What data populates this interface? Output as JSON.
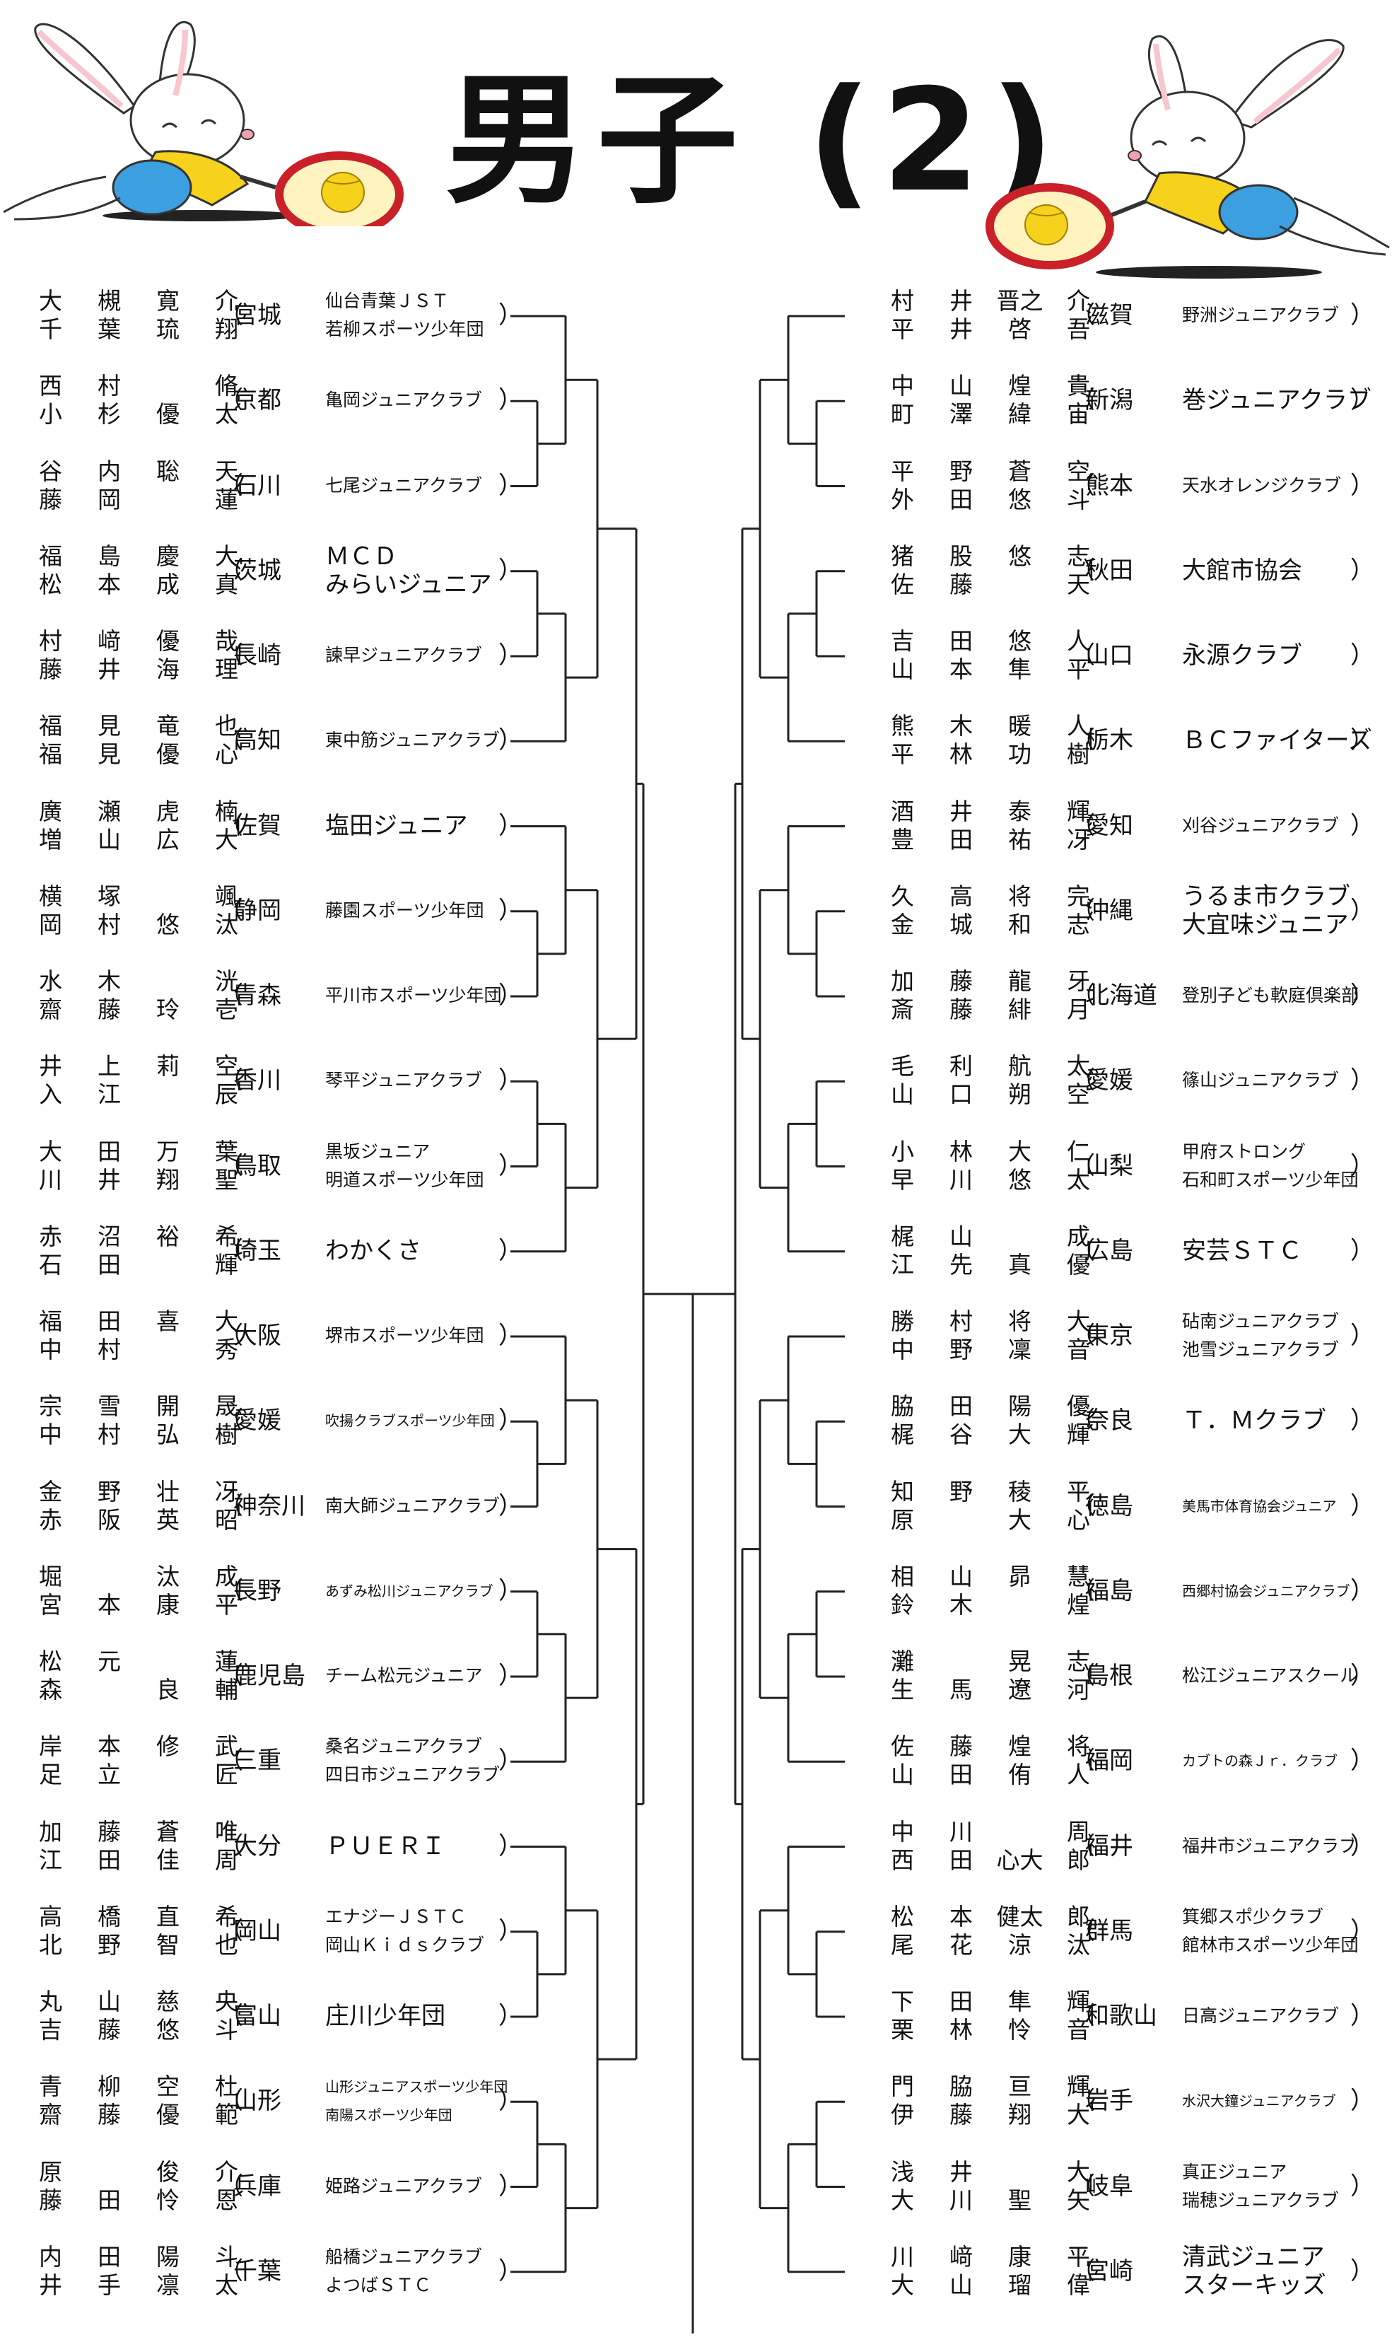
{
  "title": "男子 (2)",
  "left_entries": [
    {
      "p1": [
        "大",
        "槻",
        "寛",
        "介"
      ],
      "p2": [
        "千",
        "葉",
        "琉",
        "翔"
      ],
      "pref": "宮城",
      "club": [
        "仙台青葉ＪＳＴ",
        "若柳スポーツ少年団"
      ]
    },
    {
      "p1": [
        "西",
        "村",
        "",
        "脩"
      ],
      "p2": [
        "小",
        "杉",
        "優",
        "太"
      ],
      "pref": "京都",
      "club": [
        "亀岡ジュニアクラブ"
      ]
    },
    {
      "p1": [
        "谷",
        "内",
        "聡",
        "天"
      ],
      "p2": [
        "藤",
        "岡",
        "",
        "蓮"
      ],
      "pref": "石川",
      "club": [
        "七尾ジュニアクラブ"
      ]
    },
    {
      "p1": [
        "福",
        "島",
        "慶",
        "大"
      ],
      "p2": [
        "松",
        "本",
        "成",
        "真"
      ],
      "pref": "茨城",
      "club": [
        "ＭＣＤ",
        "みらいジュニア"
      ]
    },
    {
      "p1": [
        "村",
        "﨑",
        "優",
        "哉"
      ],
      "p2": [
        "藤",
        "井",
        "海",
        "理"
      ],
      "pref": "長崎",
      "club": [
        "諫早ジュニアクラブ"
      ]
    },
    {
      "p1": [
        "福",
        "見",
        "竜",
        "也"
      ],
      "p2": [
        "福",
        "見",
        "優",
        "心"
      ],
      "pref": "高知",
      "club": [
        "東中筋ジュニアクラブ"
      ]
    },
    {
      "p1": [
        "廣",
        "瀬",
        "虎",
        "楠"
      ],
      "p2": [
        "増",
        "山",
        "広",
        "大"
      ],
      "pref": "佐賀",
      "club": [
        "塩田ジュニア"
      ]
    },
    {
      "p1": [
        "横",
        "塚",
        "",
        "颯"
      ],
      "p2": [
        "岡",
        "村",
        "悠",
        "汰"
      ],
      "pref": "静岡",
      "club": [
        "藤園スポーツ少年団"
      ]
    },
    {
      "p1": [
        "水",
        "木",
        "",
        "洸"
      ],
      "p2": [
        "齋",
        "藤",
        "玲",
        "壱"
      ],
      "pref": "青森",
      "club": [
        "平川市スポーツ少年団"
      ]
    },
    {
      "p1": [
        "井",
        "上",
        "莉",
        "空"
      ],
      "p2": [
        "入",
        "江",
        "",
        "辰"
      ],
      "pref": "香川",
      "club": [
        "琴平ジュニアクラブ"
      ]
    },
    {
      "p1": [
        "大",
        "田",
        "万",
        "葉"
      ],
      "p2": [
        "川",
        "井",
        "翔",
        "聖"
      ],
      "pref": "鳥取",
      "club": [
        "黒坂ジュニア",
        "明道スポーツ少年団"
      ]
    },
    {
      "p1": [
        "赤",
        "沼",
        "裕",
        "希"
      ],
      "p2": [
        "石",
        "田",
        "",
        "輝"
      ],
      "pref": "埼玉",
      "club": [
        "わかくさ"
      ]
    },
    {
      "p1": [
        "福",
        "田",
        "喜",
        "大"
      ],
      "p2": [
        "中",
        "村",
        "",
        "秀"
      ],
      "pref": "大阪",
      "club": [
        "堺市スポーツ少年団"
      ]
    },
    {
      "p1": [
        "宗",
        "雪",
        "開",
        "晟"
      ],
      "p2": [
        "中",
        "村",
        "弘",
        "樹"
      ],
      "pref": "愛媛",
      "club": [
        "吹揚クラブスポーツ少年団"
      ]
    },
    {
      "p1": [
        "金",
        "野",
        "壮",
        "冴"
      ],
      "p2": [
        "赤",
        "阪",
        "英",
        "昭"
      ],
      "pref": "神奈川",
      "club": [
        "南大師ジュニアクラブ"
      ]
    },
    {
      "p1": [
        "堀",
        "",
        "汰",
        "成"
      ],
      "p2": [
        "宮",
        "本",
        "康",
        "平"
      ],
      "pref": "長野",
      "club": [
        "あずみ松川ジュニアクラブ"
      ]
    },
    {
      "p1": [
        "松",
        "元",
        "",
        "蓮"
      ],
      "p2": [
        "森",
        "",
        "良",
        "輔"
      ],
      "pref": "鹿児島",
      "club": [
        "チーム松元ジュニア"
      ]
    },
    {
      "p1": [
        "岸",
        "本",
        "修",
        "武"
      ],
      "p2": [
        "足",
        "立",
        "",
        "匠"
      ],
      "pref": "三重",
      "club": [
        "桑名ジュニアクラブ",
        "四日市ジュニアクラブ"
      ]
    },
    {
      "p1": [
        "加",
        "藤",
        "蒼",
        "唯"
      ],
      "p2": [
        "江",
        "田",
        "佳",
        "周"
      ],
      "pref": "大分",
      "club": [
        "ＰＵＥＲＩ"
      ]
    },
    {
      "p1": [
        "高",
        "橋",
        "直",
        "希"
      ],
      "p2": [
        "北",
        "野",
        "智",
        "也"
      ],
      "pref": "岡山",
      "club": [
        "エナジーＪＳＴＣ",
        "岡山Ｋｉｄｓクラブ"
      ]
    },
    {
      "p1": [
        "丸",
        "山",
        "慈",
        "央"
      ],
      "p2": [
        "吉",
        "藤",
        "悠",
        "斗"
      ],
      "pref": "富山",
      "club": [
        "庄川少年団"
      ]
    },
    {
      "p1": [
        "青",
        "柳",
        "空",
        "杜"
      ],
      "p2": [
        "齋",
        "藤",
        "優",
        "範"
      ],
      "pref": "山形",
      "club": [
        "山形ジュニアスポーツ少年団",
        "南陽スポーツ少年団"
      ]
    },
    {
      "p1": [
        "原",
        "",
        "俊",
        "介"
      ],
      "p2": [
        "藤",
        "田",
        "怜",
        "恩"
      ],
      "pref": "兵庫",
      "club": [
        "姫路ジュニアクラブ"
      ]
    },
    {
      "p1": [
        "内",
        "田",
        "陽",
        "斗"
      ],
      "p2": [
        "井",
        "手",
        "凛",
        "太"
      ],
      "pref": "千葉",
      "club": [
        "船橋ジュニアクラブ",
        "よつばＳＴＣ"
      ]
    }
  ],
  "right_entries": [
    {
      "p1": [
        "村",
        "井",
        "晋之",
        "介"
      ],
      "p2": [
        "平",
        "井",
        "啓",
        "吾"
      ],
      "pref": "滋賀",
      "club": [
        "野洲ジュニアクラブ"
      ]
    },
    {
      "p1": [
        "中",
        "山",
        "煌",
        "貴"
      ],
      "p2": [
        "町",
        "澤",
        "緯",
        "宙"
      ],
      "pref": "新潟",
      "club": [
        "巻ジュニアクラブ"
      ]
    },
    {
      "p1": [
        "平",
        "野",
        "蒼",
        "空"
      ],
      "p2": [
        "外",
        "田",
        "悠",
        "斗"
      ],
      "pref": "熊本",
      "club": [
        "天水オレンジクラブ"
      ]
    },
    {
      "p1": [
        "猪",
        "股",
        "悠",
        "志"
      ],
      "p2": [
        "佐",
        "藤",
        "",
        "天"
      ],
      "pref": "秋田",
      "club": [
        "大館市協会"
      ]
    },
    {
      "p1": [
        "吉",
        "田",
        "悠",
        "人"
      ],
      "p2": [
        "山",
        "本",
        "隼",
        "平"
      ],
      "pref": "山口",
      "club": [
        "永源クラブ"
      ]
    },
    {
      "p1": [
        "熊",
        "木",
        "暖",
        "人"
      ],
      "p2": [
        "平",
        "林",
        "功",
        "樹"
      ],
      "pref": "栃木",
      "club": [
        "ＢＣファイターズ"
      ]
    },
    {
      "p1": [
        "酒",
        "井",
        "泰",
        "輝"
      ],
      "p2": [
        "豊",
        "田",
        "祐",
        "冴"
      ],
      "pref": "愛知",
      "club": [
        "刈谷ジュニアクラブ"
      ]
    },
    {
      "p1": [
        "久",
        "高",
        "将",
        "完"
      ],
      "p2": [
        "金",
        "城",
        "和",
        "志"
      ],
      "pref": "沖縄",
      "club": [
        "うるま市クラブ",
        "大宜味ジュニア"
      ]
    },
    {
      "p1": [
        "加",
        "藤",
        "龍",
        "牙"
      ],
      "p2": [
        "斎",
        "藤",
        "緋",
        "月"
      ],
      "pref": "北海道",
      "club": [
        "登別子ども軟庭倶楽部"
      ]
    },
    {
      "p1": [
        "毛",
        "利",
        "航",
        "太"
      ],
      "p2": [
        "山",
        "口",
        "朔",
        "空"
      ],
      "pref": "愛媛",
      "club": [
        "篠山ジュニアクラブ"
      ]
    },
    {
      "p1": [
        "小",
        "林",
        "大",
        "仁"
      ],
      "p2": [
        "早",
        "川",
        "悠",
        "太"
      ],
      "pref": "山梨",
      "club": [
        "甲府ストロング",
        "石和町スポーツ少年団"
      ]
    },
    {
      "p1": [
        "梶",
        "山",
        "",
        "成"
      ],
      "p2": [
        "江",
        "先",
        "真",
        "優"
      ],
      "pref": "広島",
      "club": [
        "安芸ＳＴＣ"
      ]
    },
    {
      "p1": [
        "勝",
        "村",
        "将",
        "大"
      ],
      "p2": [
        "中",
        "野",
        "凜",
        "音"
      ],
      "pref": "東京",
      "club": [
        "砧南ジュニアクラブ",
        "池雪ジュニアクラブ"
      ]
    },
    {
      "p1": [
        "脇",
        "田",
        "陽",
        "優"
      ],
      "p2": [
        "梶",
        "谷",
        "大",
        "輝"
      ],
      "pref": "奈良",
      "club": [
        "Ｔ．Ｍクラブ"
      ]
    },
    {
      "p1": [
        "知",
        "野",
        "稜",
        "平"
      ],
      "p2": [
        "原",
        "",
        "大",
        "心"
      ],
      "pref": "徳島",
      "club": [
        "美馬市体育協会ジュニア"
      ]
    },
    {
      "p1": [
        "相",
        "山",
        "昴",
        "慧"
      ],
      "p2": [
        "鈴",
        "木",
        "",
        "煌"
      ],
      "pref": "福島",
      "club": [
        "西郷村協会ジュニアクラブ"
      ]
    },
    {
      "p1": [
        "灘",
        "",
        "晃",
        "志"
      ],
      "p2": [
        "生",
        "馬",
        "遼",
        "河"
      ],
      "pref": "島根",
      "club": [
        "松江ジュニアスクール"
      ]
    },
    {
      "p1": [
        "佐",
        "藤",
        "煌",
        "将"
      ],
      "p2": [
        "山",
        "田",
        "侑",
        "人"
      ],
      "pref": "福岡",
      "club": [
        "カブトの森Ｊｒ．クラブ"
      ]
    },
    {
      "p1": [
        "中",
        "川",
        "",
        "周"
      ],
      "p2": [
        "西",
        "田",
        "心大",
        "郎"
      ],
      "pref": "福井",
      "club": [
        "福井市ジュニアクラブ"
      ]
    },
    {
      "p1": [
        "松",
        "本",
        "健太",
        "郎"
      ],
      "p2": [
        "尾",
        "花",
        "涼",
        "汰"
      ],
      "pref": "群馬",
      "club": [
        "箕郷スポ少クラブ",
        "館林市スポーツ少年団"
      ]
    },
    {
      "p1": [
        "下",
        "田",
        "隼",
        "輝"
      ],
      "p2": [
        "栗",
        "林",
        "怜",
        "音"
      ],
      "pref": "和歌山",
      "club": [
        "日高ジュニアクラブ"
      ]
    },
    {
      "p1": [
        "門",
        "脇",
        "亘",
        "輝"
      ],
      "p2": [
        "伊",
        "藤",
        "翔",
        "大"
      ],
      "pref": "岩手",
      "club": [
        "水沢大鐘ジュニアクラブ"
      ]
    },
    {
      "p1": [
        "浅",
        "井",
        "",
        "大"
      ],
      "p2": [
        "大",
        "川",
        "聖",
        "矢"
      ],
      "pref": "岐阜",
      "club": [
        "真正ジュニア",
        "瑞穂ジュニアクラブ"
      ]
    },
    {
      "p1": [
        "川",
        "﨑",
        "康",
        "平"
      ],
      "p2": [
        "大",
        "山",
        "瑠",
        "偉"
      ],
      "pref": "宮崎",
      "club": [
        "清武ジュニア",
        "スターキッズ"
      ]
    }
  ],
  "paren_open": "（",
  "paren_close": "）"
}
